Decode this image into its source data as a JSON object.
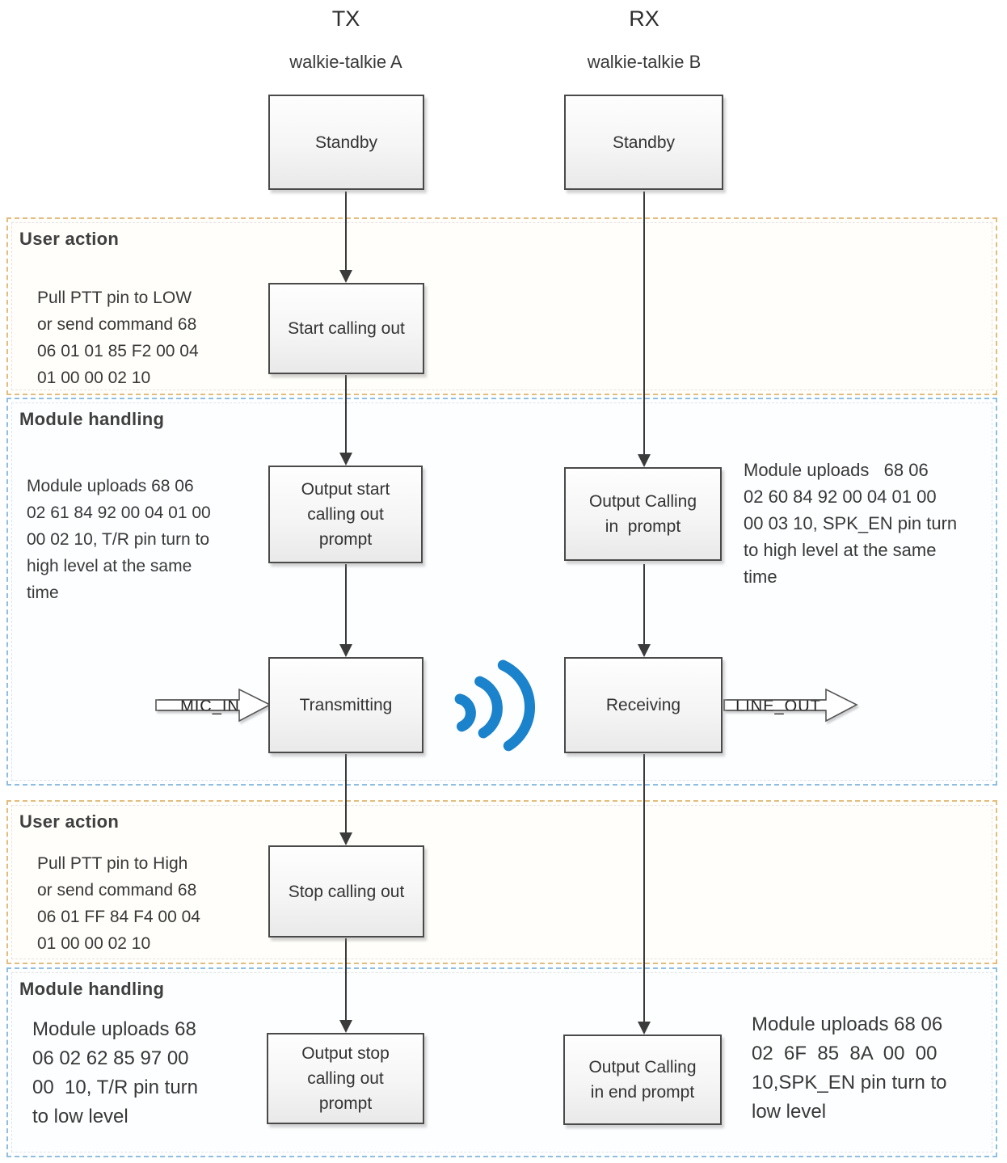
{
  "diagram": {
    "columns": [
      {
        "id": "tx",
        "header": "TX",
        "subheader": "walkie-talkie A"
      },
      {
        "id": "rx",
        "header": "RX",
        "subheader": "walkie-talkie B"
      }
    ],
    "bands": [
      {
        "type": "user-action",
        "label": "User action"
      },
      {
        "type": "module-handling",
        "label": "Module handling"
      },
      {
        "type": "user-action",
        "label": "User action"
      },
      {
        "type": "module-handling",
        "label": "Module handling"
      }
    ],
    "boxes": {
      "standby_a": "Standby",
      "standby_b": "Standby",
      "start_calling_out": "Start calling out",
      "output_start_calling_out_prompt": "Output start\ncalling out\nprompt",
      "output_calling_in_prompt": "Output Calling\nin  prompt",
      "transmitting": "Transmitting",
      "receiving": "Receiving",
      "stop_calling_out": "Stop calling out",
      "output_stop_calling_out_prompt": "Output stop\ncalling out\nprompt",
      "output_calling_in_end_prompt": "Output Calling\nin end prompt"
    },
    "annotations": {
      "tx_user_action_1": "Pull PTT pin to LOW\nor send command 68\n06 01 01 85 F2 00 04\n01 00 00 02 10",
      "tx_module_1": "Module uploads 68 06\n02 61 84 92 00 04 01 00\n00 02 10, T/R pin turn to\nhigh level at the same\ntime",
      "rx_module_1": "Module uploads   68 06\n02 60 84 92 00 04 01 00\n00 03 10, SPK_EN pin turn\nto high level at the same\ntime",
      "tx_user_action_2": "Pull PTT pin to High\nor send command 68\n06 01 FF 84 F4 00 04\n01 00 00 02 10",
      "tx_module_2": "Module uploads 68\n06 02 62 85 97 00\n00  10, T/R pin turn\nto low level",
      "rx_module_2": "Module uploads 68 06\n02  6F  85  8A  00  00\n10,SPK_EN pin turn to\nlow level"
    },
    "signal_labels": {
      "mic_in": "MIC_IN",
      "line_out": "LINE_OUT"
    },
    "icons": {
      "signal_waves_icon": "three blue arcs radiating from TX to RX"
    },
    "colors": {
      "user_action_band_border": "#e2bd7d",
      "module_handling_band_border": "#8fbfe0",
      "box_border": "#4a4a4a",
      "box_fill_top": "#fefefe",
      "box_fill_bottom": "#e9e9e9",
      "arrow": "#3b3b3b",
      "signal_wave_blue": "#1b82cc"
    }
  }
}
